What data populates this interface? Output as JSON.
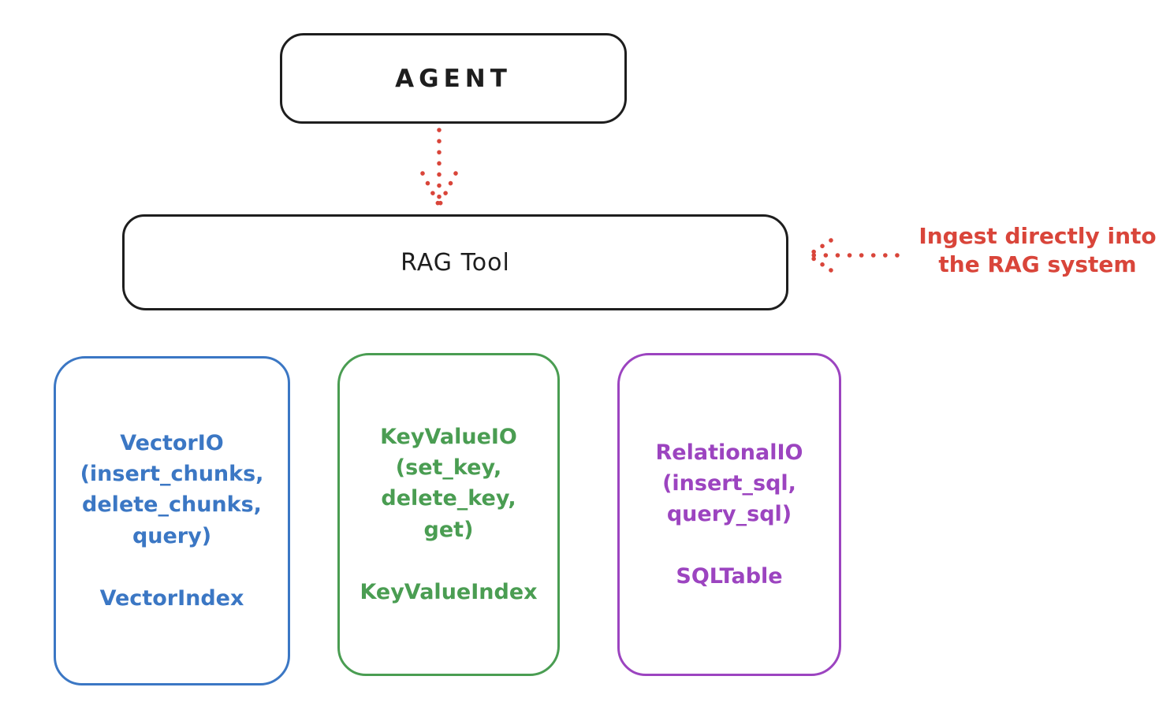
{
  "colors": {
    "background": "#ffffff",
    "ink": "#1e1e1e",
    "red": "#d9453a",
    "red_light": "#e2605a",
    "blue": "#3b77c4",
    "green": "#4a9d52",
    "purple": "#9c44c0"
  },
  "agent": {
    "label": "AGENT"
  },
  "rag_tool": {
    "label": "RAG Tool"
  },
  "annotation": {
    "text": "Ingest directly into\nthe RAG system"
  },
  "io_boxes": [
    {
      "name": "vector-io",
      "title": "VectorIO",
      "methods": "(insert_chunks,\ndelete_chunks,\nquery)",
      "index": "VectorIndex",
      "color": "#3b77c4"
    },
    {
      "name": "keyvalue-io",
      "title": "KeyValueIO",
      "methods": "(set_key,\ndelete_key, get)",
      "index": "KeyValueIndex",
      "color": "#4a9d52"
    },
    {
      "name": "relational-io",
      "title": "RelationalIO",
      "methods": "(insert_sql,\nquery_sql)",
      "index": "SQLTable",
      "color": "#9c44c0"
    }
  ],
  "arrows": [
    {
      "name": "agent-to-rag-arrow",
      "style": "dotted",
      "direction": "down",
      "color": "#e2605a"
    },
    {
      "name": "ingest-annotation-arrow",
      "style": "dotted",
      "direction": "left",
      "color": "#d9453a"
    }
  ]
}
